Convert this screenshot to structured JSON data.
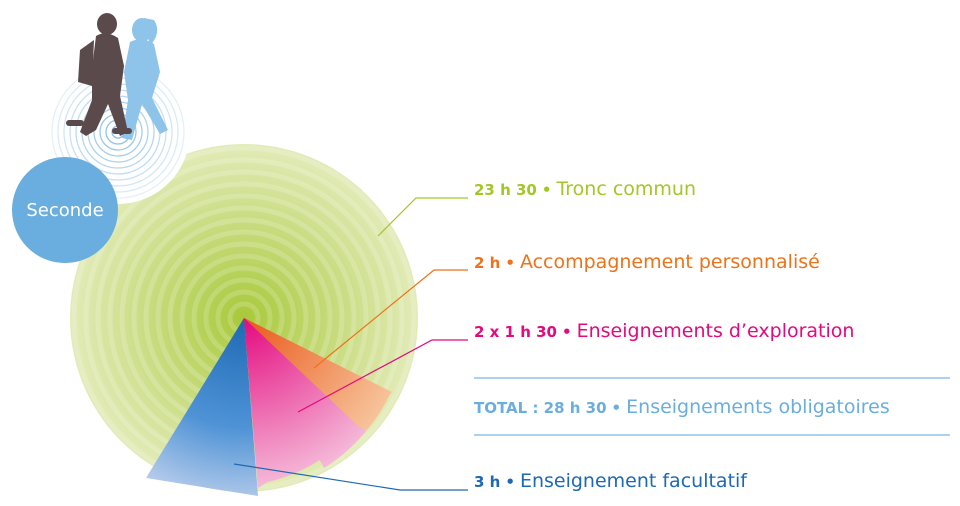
{
  "grade": {
    "label": "Seconde",
    "color": "#6aaedf"
  },
  "colors": {
    "tronc": "#a3c628",
    "accompagnement": "#ee7219",
    "exploration": "#e4097e",
    "total": "#6aaedf",
    "facultatif": "#1d69b4",
    "dark_person": "#5b4a4b",
    "light_person": "#8ec3ea"
  },
  "chart_data": {
    "type": "pie",
    "unit": "h per week",
    "items": [
      {
        "key": "tronc",
        "amount_label": "23 h 30",
        "name": "Tronc commun",
        "hours": 23.5,
        "color": "#a3c628"
      },
      {
        "key": "accompagnement",
        "amount_label": "2 h",
        "name": "Accompagnement personnalisé",
        "hours": 2,
        "color": "#ee7219"
      },
      {
        "key": "exploration",
        "amount_label": "2 x 1 h 30",
        "name": "Enseignements d’exploration",
        "hours": 3,
        "color": "#e4097e"
      },
      {
        "key": "facultatif",
        "amount_label": "3 h",
        "name": "Enseignement facultatif",
        "hours": 3,
        "color": "#1d69b4",
        "optional": true
      }
    ],
    "total": {
      "amount_label": "TOTAL : 28 h 30",
      "name": "Enseignements obligatoires",
      "hours": 28.5
    },
    "separator": "•"
  }
}
